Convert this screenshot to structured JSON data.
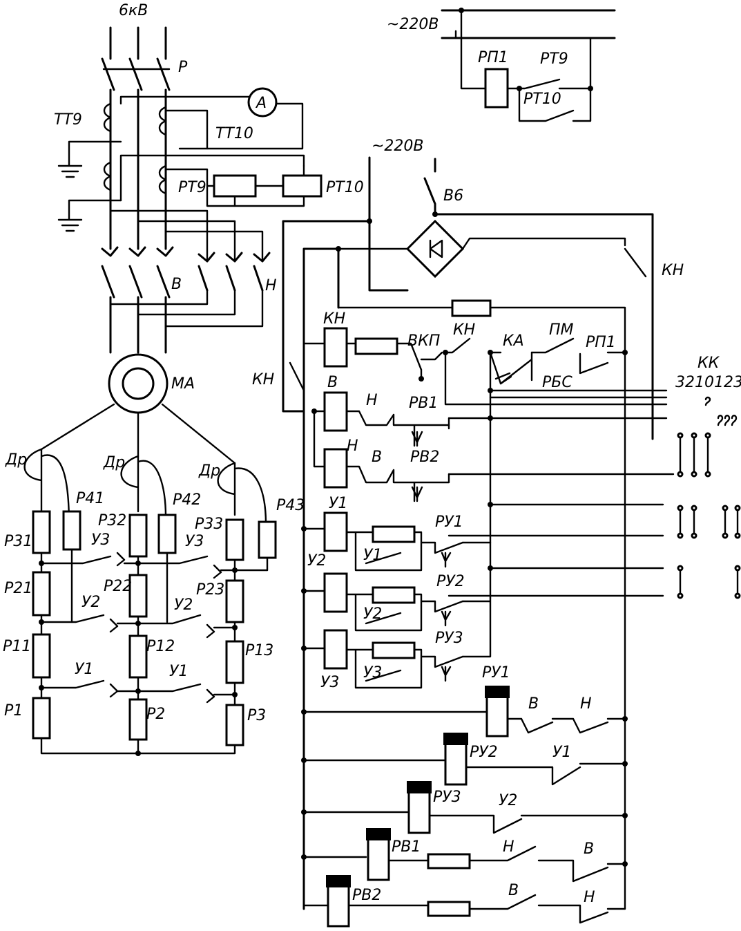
{
  "labels": {
    "voltage_hv": "6кВ",
    "voltage_220_top": "~220В",
    "voltage_220_mid": "~220В",
    "p": "Р",
    "tt9": "ТТ9",
    "tt10": "ТТ10",
    "ammeter": "А",
    "rt9_a": "РТ9",
    "rt10_a": "РТ10",
    "rp1_a": "РП1",
    "rt9_b": "РТ9",
    "rt10_b": "РТ10",
    "v6": "В6",
    "kn_a": "КН",
    "kn_b": "КН",
    "kn_c": "КН",
    "kn_d": "КН",
    "b_contact": "В",
    "n_contact": "Н",
    "ma": "МА",
    "dr1": "Др",
    "dr2": "Др",
    "dr3": "Др",
    "r41": "Р41",
    "r42": "Р42",
    "r43": "Р43",
    "r31": "Р31",
    "r32": "Р32",
    "r33": "Р33",
    "r21": "Р21",
    "r22": "Р22",
    "r23": "Р23",
    "r11": "Р11",
    "r12": "Р12",
    "r13": "Р13",
    "r1": "Р1",
    "r2": "Р2",
    "r3": "Р3",
    "u3_a": "У3",
    "u3_b": "У3",
    "u2_a": "У2",
    "u2_b": "У2",
    "u1_a": "У1",
    "u1_b": "У1",
    "vkp": "ВКП",
    "ka": "КА",
    "pm": "ПМ",
    "rp1_b": "РП1",
    "rbs": "РБС",
    "kk": "КК",
    "kk_pos": "3210123",
    "coil_b": "В",
    "coil_n": "Н",
    "coil_u1": "У1",
    "coil_u2": "У2",
    "coil_u3": "У3",
    "c_n1": "Н",
    "c_b1": "В",
    "rv1": "РВ1",
    "rv2": "РВ2",
    "c_u1": "У1",
    "c_u2": "У2",
    "c_u3": "У3",
    "ru1": "РУ1",
    "ru2": "РУ2",
    "ru3": "РУ3",
    "ru1_b": "РУ1",
    "ru2_b": "РУ2",
    "ru3_b": "РУ3",
    "rv1_b": "РВ1",
    "rv2_b": "РВ2",
    "l_b1": "В",
    "l_n1": "Н",
    "l_u1": "У1",
    "l_u2": "У2",
    "l_n2": "Н",
    "l_b2": "В",
    "l_b3": "В",
    "l_n3": "Н"
  }
}
